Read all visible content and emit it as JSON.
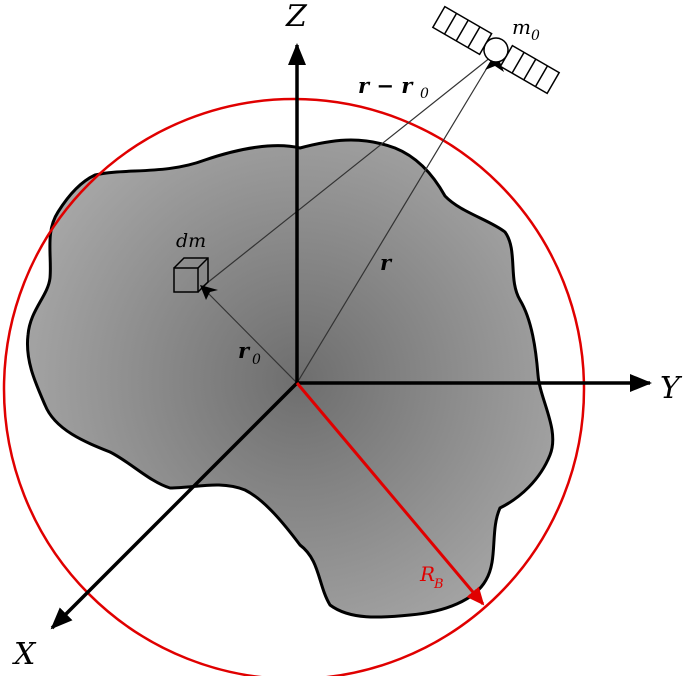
{
  "diagram": {
    "axes": {
      "z_label": "Z",
      "y_label": "Y",
      "x_label": "X"
    },
    "labels": {
      "satellite_mass": "m",
      "satellite_mass_sub": "0",
      "mass_element": "dm",
      "r_minus_r0_main": "r − r",
      "r_minus_r0_sub": "0",
      "r": "r",
      "r0_main": "r",
      "r0_sub": "0",
      "bounding_radius_main": "R",
      "bounding_radius_sub": "B"
    },
    "colors": {
      "body_fill_center": "#6e6e6e",
      "body_fill_edge": "#a8a8a8",
      "bounding_sphere": "#e00000",
      "axes": "#000000"
    },
    "icons": [
      "satellite-icon",
      "mass-element-cube-icon"
    ]
  }
}
